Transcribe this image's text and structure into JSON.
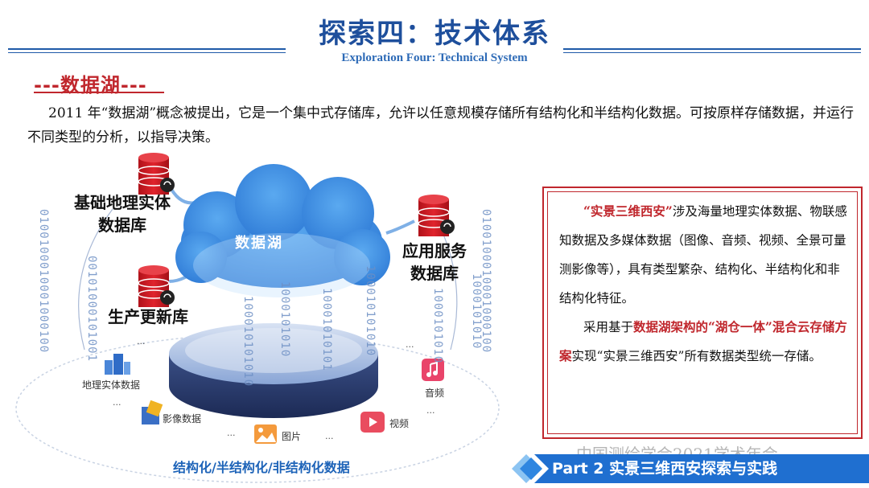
{
  "header": {
    "title": "探索四：技术体系",
    "subtitle": "Exploration Four: Technical System"
  },
  "section_tag": "---数据湖---",
  "intro": "2011 年“数据湖”概念被提出，它是一个集中式存储库，允许以任意规模存储所有结构化和半结构化数据。可按原样存储数据，并运行不同类型的分析，以指导决策。",
  "diagram": {
    "cloud_label": "数据湖",
    "db_basic": [
      "基础地理实体",
      "数据库"
    ],
    "db_app": [
      "应用服务",
      "数据库"
    ],
    "db_prod": "生产更新库",
    "binary": [
      "0100100010001000100",
      "00101000101001",
      "100010101010",
      "1000101010",
      "10001010101",
      "100010101010",
      "1000101010",
      "1000101010",
      "0100100010001000100"
    ],
    "items": {
      "geo": "地理实体数据",
      "image": "影像数据",
      "photo": "图片",
      "video": "视频",
      "audio": "音频"
    },
    "dots": "...",
    "caption": "结构化/半结构化/非结构化数据"
  },
  "info": {
    "p1_highlight": "“实景三维西安”",
    "p1_rest": "涉及海量地理实体数据、物联感知数据及多媒体数据（图像、音频、视频、全景可量测影像等），具有类型繁杂、结构化、半结构化和非结构化特征。",
    "p2_start": "采用基于",
    "p2_highlight1": "数据湖架构的“湖仓一体”混合云存储方案",
    "p2_rest": "实现“实景三维西安”所有数据类型统一存储。"
  },
  "watermark": "中国测绘学会2021学术年会",
  "footer": {
    "text": "Part 2  实景三维西安探索与实践"
  },
  "colors": {
    "title_blue": "#1e4f9c",
    "accent_red": "#c0272d",
    "cloud_blue": "#3d8fe0",
    "footer_blue": "#1f6fd0"
  }
}
